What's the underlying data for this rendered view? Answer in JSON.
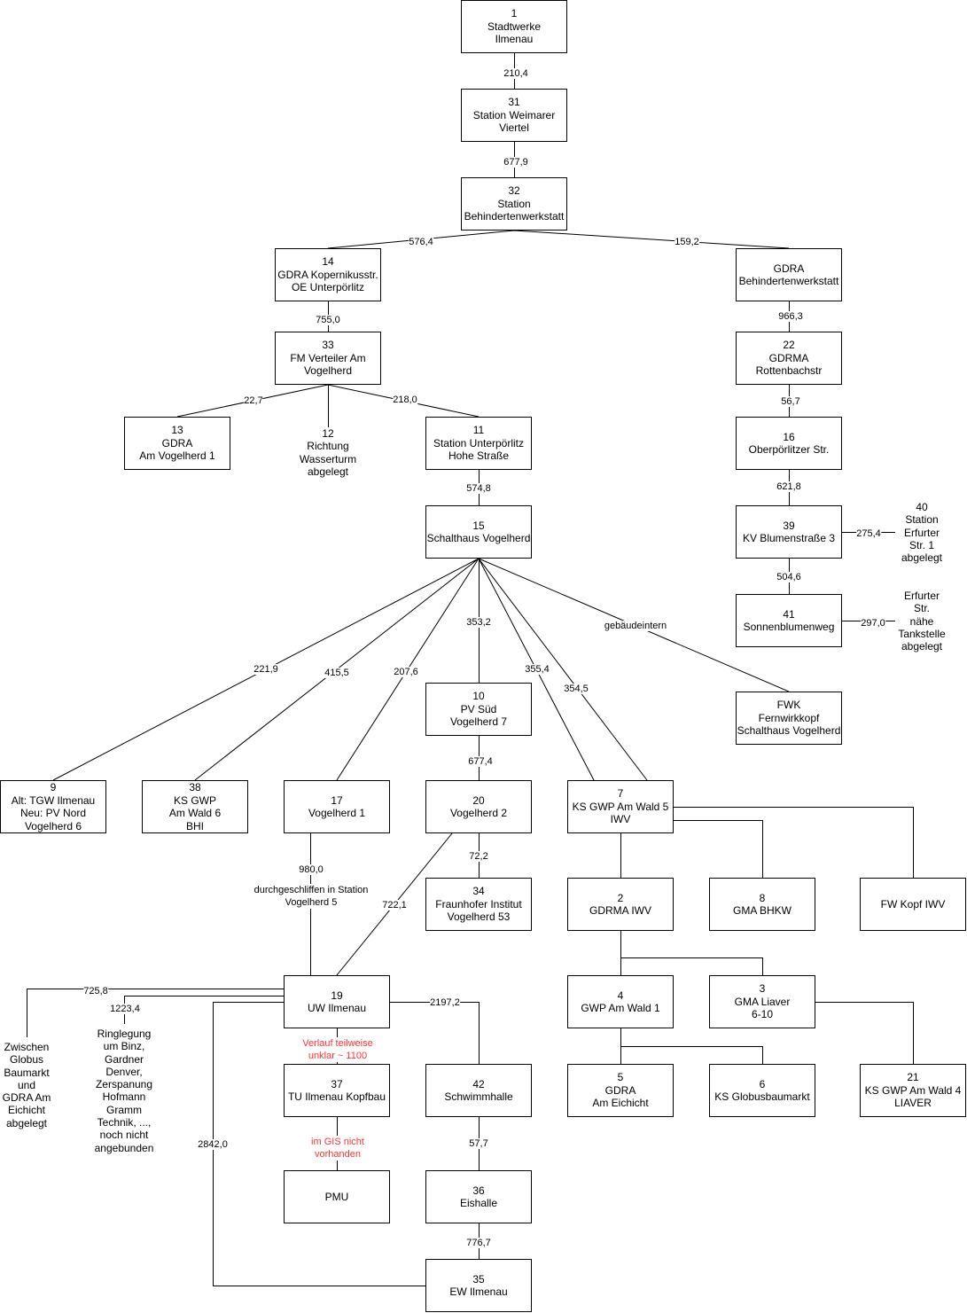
{
  "nodes": {
    "n1": "1\nStadtwerke\nIlmenau",
    "n31": "31\nStation Weimarer\nViertel",
    "n32": "32\nStation\nBehindertenwerkstatt",
    "n14": "14\nGDRA Kopernikusstr.\nOE Unterpörlitz",
    "gdra_bw": "GDRA\nBehindertenwerkstatt",
    "n33": "33\nFM Verteiler Am\nVogelherd",
    "n22": "22\nGDRMA\nRottenbachstr",
    "n13": "13\nGDRA\nAm Vogelherd 1",
    "n12": "12\nRichtung\nWasserturm\nabgelegt",
    "n11": "11\nStation Unterpörlitz\nHohe Straße",
    "n16": "16\nOberpörlitzer Str.",
    "n15": "15\nSchalthaus Vogelherd",
    "n39": "39\nKV Blumenstraße 3",
    "n40": "40\nStation\nErfurter\nStr. 1\nabgelegt",
    "n41": "41\nSonnenblumenweg",
    "erfurter": "Erfurter\nStr.\nnähe\nTankstelle\nabgelegt",
    "n10": "10\nPV Süd\nVogelherd 7",
    "fwk": "FWK\nFernwirkkopf\nSchalthaus Vogelherd",
    "n9": "9\nAlt: TGW Ilmenau\nNeu: PV Nord\nVogelherd 6",
    "n38": "38\nKS GWP\nAm Wald 6\nBHI",
    "n17": "17\nVogelherd 1",
    "n20": "20\nVogelherd 2",
    "n7": "7\nKS GWP Am Wald 5\nIWV",
    "n34": "34\nFraunhofer Institut\nVogelherd 53",
    "n2": "2\nGDRMA IWV",
    "n8": "8\nGMA BHKW",
    "fwkopf": "FW Kopf IWV",
    "n19": "19\nUW Ilmenau",
    "n4": "4\nGWP Am Wald 1",
    "n3": "3\nGMA Liaver\n6-10",
    "n37": "37\nTU Ilmenau Kopfbau",
    "n42": "42\nSchwimmhalle",
    "n5": "5\nGDRA\nAm Eichicht",
    "n6": "6\nKS Globusbaumarkt",
    "n21": "21\nKS GWP Am Wald 4\nLIAVER",
    "pmu": "PMU",
    "n36": "36\nEishalle",
    "n35": "35\nEW Ilmenau",
    "zwischen": "Zwischen\nGlobus\nBaumarkt\nund\nGDRA Am\nEichicht\nabgelegt",
    "ringlegung": "Ringlegung\num Binz,\nGardner\nDenver,\nZerspanung\nHofmann\nGramm\nTechnik, ...,\nnoch nicht\nangebunden"
  },
  "edges": {
    "e1_31": "210,4",
    "e31_32": "677,9",
    "e32_14": "576,4",
    "e32_gdra": "159,2",
    "e14_33": "755,0",
    "egdra_22": "966,3",
    "e33_13": "22,7",
    "e33_11": "218,0",
    "e22_16": "56,7",
    "e11_15": "574,8",
    "e16_39": "621,8",
    "e39_40": "275,4",
    "e39_41": "504,6",
    "e41_erf": "297,0",
    "e15_9": "221,9",
    "e15_38": "415,5",
    "e15_17": "207,6",
    "e15_10": "353,2",
    "e15_7a": "355,4",
    "e15_7b": "354,5",
    "e15_fwk": "gebäudeintern",
    "e10_20": "677,4",
    "e20_34": "72,2",
    "e20_19": "722,1",
    "e17_19": "980,0",
    "e17_19_note": "durchgeschliffen in Station\nVogelherd 5",
    "e19_42": "2197,2",
    "e19_zw": "725,8",
    "e19_ring": "1223,4",
    "e19_35": "2842,0",
    "e19_37": "Verlauf teilweise\nunklar ~ 1100",
    "e37_pmu": "im GIS nicht\nvorhanden",
    "e42_36": "57,7",
    "e36_35": "776,7"
  },
  "colors": {
    "line": "#000000",
    "note_red": "#ff3333"
  }
}
